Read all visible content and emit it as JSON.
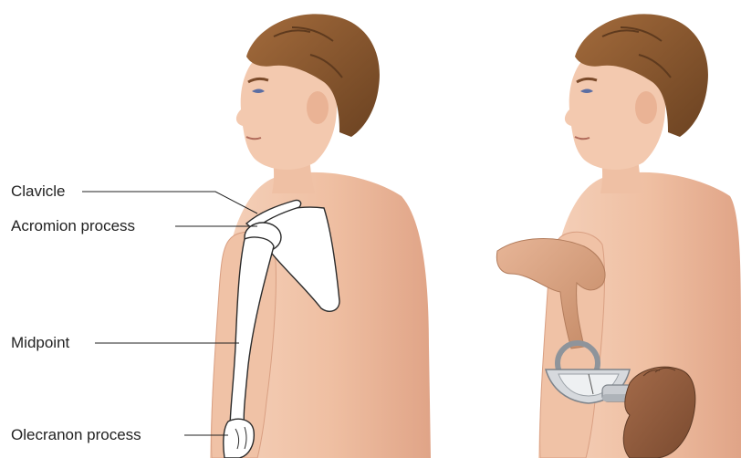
{
  "labels": {
    "clavicle": "Clavicle",
    "acromion": "Acromion process",
    "midpoint": "Midpoint",
    "olecranon": "Olecranon process"
  },
  "colors": {
    "skin": "#f2c7ad",
    "skin_shade": "#e2a98c",
    "hair": "#8a5a33",
    "hair_dark": "#5e3a1e",
    "bone": "#ffffff",
    "bone_outline": "#2b2b2b",
    "measurer_hand": "#c98f6a",
    "caliper": "#c9ccd1"
  },
  "panels": [
    "anatomy-view",
    "measurement-view"
  ]
}
